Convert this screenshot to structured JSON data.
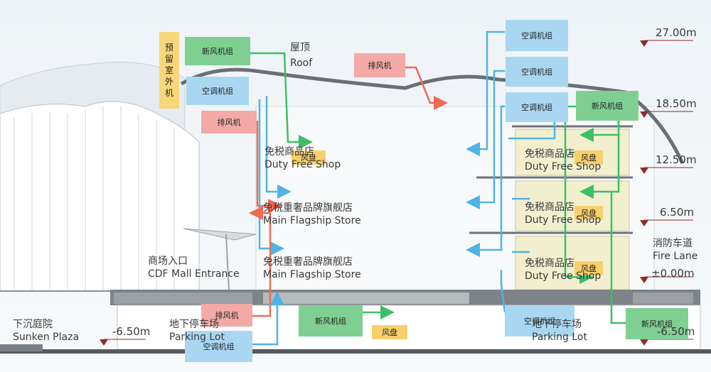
{
  "roof": {
    "cn": "屋顶",
    "en": "Roof"
  },
  "floors": {
    "dutyFree": {
      "cn": "免税商品店",
      "en": "Duty Free Shop"
    },
    "flagship": {
      "cn": "免税重奢品牌旗舰店",
      "en": "Main Flagship Store"
    },
    "mallEntrance": {
      "cn": "商场入口",
      "en": "CDF Mall Entrance"
    },
    "sunken": {
      "cn": "下沉庭院",
      "en": "Sunken Plaza"
    },
    "parking": {
      "cn": "地下停车场",
      "en": "Parking Lot"
    },
    "fireLane": {
      "cn": "消防车道",
      "en": "Fire Lane"
    }
  },
  "elevations": {
    "e27": "27.00m",
    "e185": "18.50m",
    "e125": "12.50m",
    "e65": "6.50m",
    "e0": "±0.00m",
    "eNeg": "-6.50m"
  },
  "equipment": {
    "ac": "空调机组",
    "freshAir": "新风机组",
    "exhaust": "排风机",
    "fanCoil": "风盘",
    "reserved": [
      "预",
      "留",
      "室",
      "外",
      "机"
    ]
  },
  "colors": {
    "ac": "#a9d7f2",
    "freshAir": "#7fcf93",
    "exhaust": "#f3a9a5",
    "fanCoil": "#f7cf6b",
    "reserved": "#f7d77a",
    "acArrow": "#4fb3e6",
    "freshArrow": "#3cbf66",
    "exhaustArrow": "#ef6a55",
    "elevationMarker": "#8e2b2b"
  }
}
